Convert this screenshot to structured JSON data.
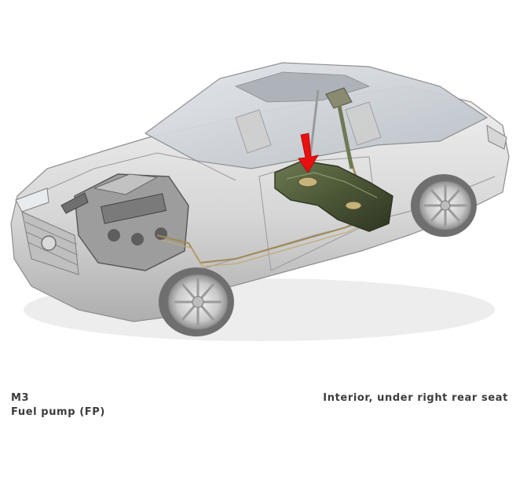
{
  "caption": {
    "component_code": "M3",
    "component_name": "Fuel pump (FP)",
    "location": "Interior, under right rear seat"
  },
  "colors": {
    "background": "#ffffff",
    "body_silver": "#d8d8d8",
    "body_shadow": "#a9a9a9",
    "glass": "#c7ccd2",
    "fuel_tank": "#4f5b3e",
    "fuel_line": "#a08a55",
    "engine": "#8c8c8c",
    "indicator_arrow": "#e81010",
    "caption_text": "#3c3c3c"
  },
  "illustration": {
    "icons": [
      "car-body-icon",
      "engine-icon",
      "fuel-tank-icon",
      "fuel-line-icon",
      "red-pointer-arrow-icon"
    ]
  }
}
